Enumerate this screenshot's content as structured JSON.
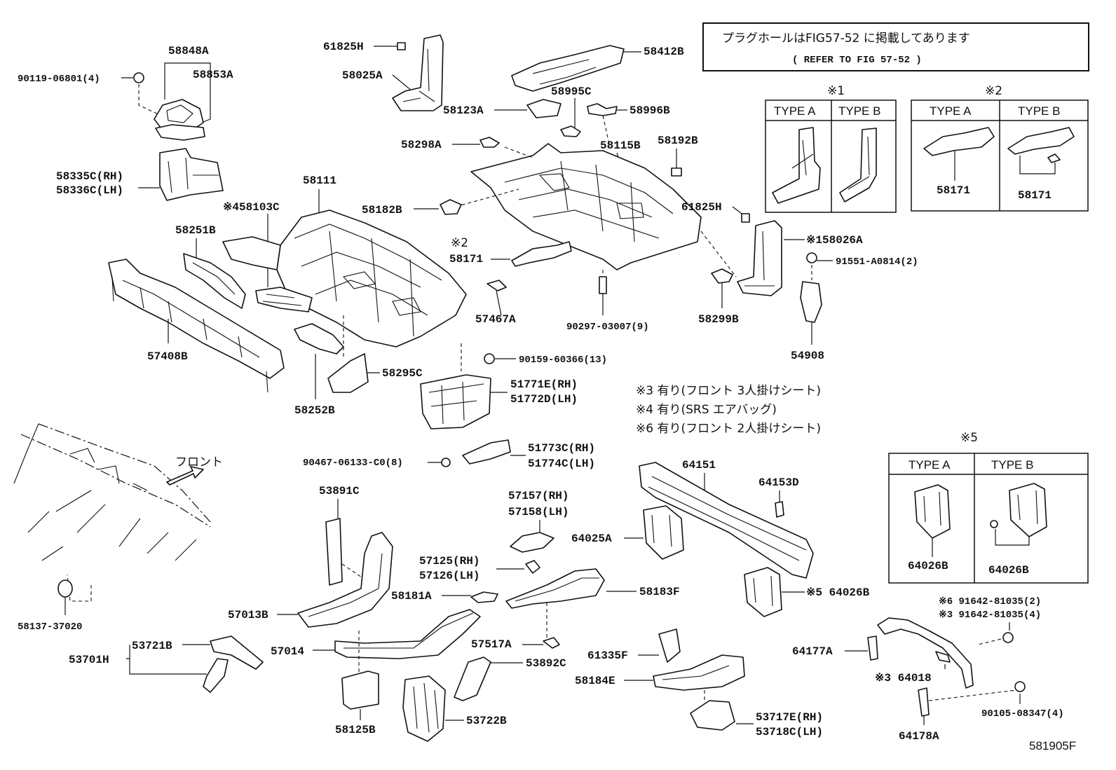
{
  "notes": {
    "refer_box_line1": "プラグホールはFIG57-52 に掲載してあります",
    "refer_box_line2": "( REFER TO FIG 57-52 )",
    "footnote_3": "※3 有り(フロント 3人掛けシート)",
    "footnote_4": "※4 有り(SRS エアバッグ)",
    "footnote_6": "※6 有り(フロント 2人掛けシート)",
    "front_arrow": "フロント",
    "figure_code": "581905F"
  },
  "variant_tables": {
    "t1": {
      "mark": "※1",
      "col_a": "TYPE A",
      "col_b": "TYPE B"
    },
    "t2": {
      "mark": "※2",
      "col_a": "TYPE  A",
      "col_b": "TYPE  B",
      "part_a": "58171",
      "part_b": "58171"
    },
    "t5": {
      "mark": "※5",
      "col_a": "TYPE A",
      "col_b": "TYPE B",
      "part_a": "64026B",
      "part_b": "64026B"
    }
  },
  "parts": {
    "p61825H_a": "61825H",
    "p58025A": "58025A",
    "p58848A": "58848A",
    "p58853A": "58853A",
    "p90119": "90119-06801(4)",
    "p58412B": "58412B",
    "p58995C": "58995C",
    "p58123A": "58123A",
    "p58996B": "58996B",
    "p58298A": "58298A",
    "p58115B": "58115B",
    "p58192B": "58192B",
    "p58335C": "58335C(RH)",
    "p58336C": "58336C(LH)",
    "p58111": "58111",
    "p58103C": "※458103C",
    "p58182B": "58182B",
    "p61825H_b": "61825H",
    "p58251B": "58251B",
    "p58026A": "※158026A",
    "p91551": "91551-A0814(2)",
    "p58171_mark": "※2",
    "p58171": "58171",
    "p57467A": "57467A",
    "p90297": "90297-03007(9)",
    "p58299B": "58299B",
    "p54908": "54908",
    "p57408B": "57408B",
    "p90159": "90159-60366(13)",
    "p58295C": "58295C",
    "p51771E": "51771E(RH)",
    "p51772D": "51772D(LH)",
    "p58252B": "58252B",
    "p51773C": "51773C(RH)",
    "p51774C": "51774C(LH)",
    "p90467": "90467-06133-C0(8)",
    "p64151": "64151",
    "p64153D": "64153D",
    "p53891C": "53891C",
    "p57157": "57157(RH)",
    "p57158": "57158(LH)",
    "p64025A": "64025A",
    "p57125": "57125(RH)",
    "p57126": "57126(LH)",
    "p58181A": "58181A",
    "p58183F": "58183F",
    "p64026B": "※5 64026B",
    "p58137": "58137-37020",
    "p57013B": "57013B",
    "p91642_6": "※6 91642-81035(2)",
    "p91642_3": "※3 91642-81035(4)",
    "p53721B": "53721B",
    "p53701H": "53701H",
    "p57014": "57014",
    "p57517A": "57517A",
    "p61335F": "61335F",
    "p64177A": "64177A",
    "p53892C": "53892C",
    "p58184E": "58184E",
    "p64018": "※3 64018",
    "p90105": "90105-08347(4)",
    "p58125B": "58125B",
    "p53722B": "53722B",
    "p53717E": "53717E(RH)",
    "p53718C": "53718C(LH)",
    "p64178A": "64178A"
  }
}
